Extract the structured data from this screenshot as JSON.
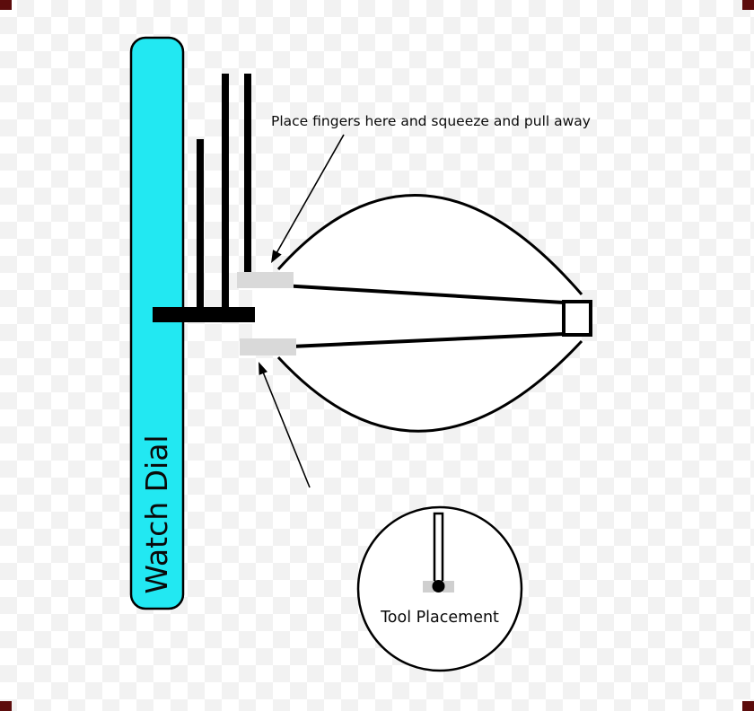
{
  "diagram": {
    "watch_dial_label": "Watch Dial",
    "instruction_label": "Place fingers here and squeeze and pull away",
    "tool_placement_label": "Tool Placement",
    "colors": {
      "dial_fill": "#22e8f2",
      "outline": "#000000",
      "pad_gray": "#d9d9d9",
      "corner_mark": "#5c0c0c",
      "background": "#ffffff"
    }
  }
}
